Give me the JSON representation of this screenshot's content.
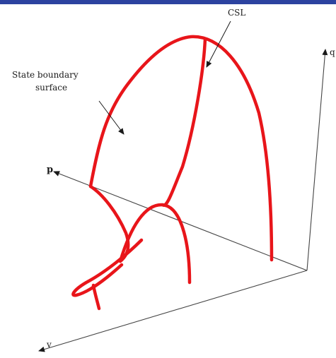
{
  "colors": {
    "top_band": "#2c43a0",
    "curve": "#e8151a",
    "axes": "#444444",
    "text": "#1a1a1a"
  },
  "labels": {
    "csl": "CSL",
    "state_boundary_line1": "State boundary",
    "state_boundary_line2": "surface",
    "axis_p": "p",
    "axis_q": "q",
    "axis_v": "v"
  }
}
